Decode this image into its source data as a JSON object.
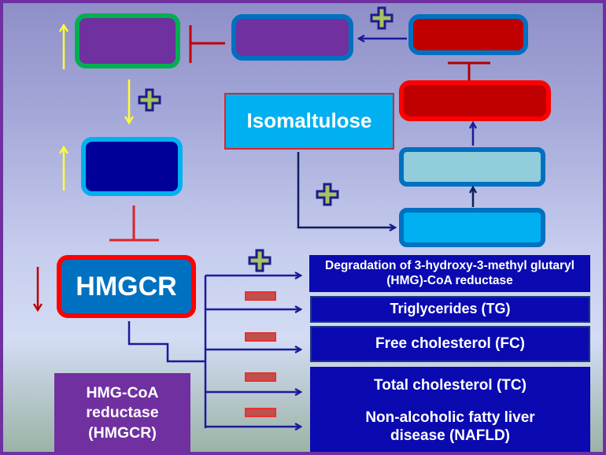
{
  "diagram": {
    "colors": {
      "frame": "#7030a0",
      "activation_arrow": "#1a1a9c",
      "inhibition": "#c00000",
      "increase_arrow": "#ffff33",
      "decrease_arrow": "#c00000",
      "plus_fill": "#a9c15f",
      "plus_outline": "#1c1c90",
      "minus_fill": "#c0504d",
      "minus_outline": "#e8312f"
    },
    "nodes": {
      "isomaltulose": "Isomaltulose",
      "hmgcr": "HMGCR",
      "outcomes": [
        {
          "label": "Degradation of 3-hydroxy-3-methyl glutaryl  (HMG)-CoA reductase",
          "effect": "increase"
        },
        {
          "label": "Triglycerides (TG)",
          "effect": "decrease"
        },
        {
          "label": "Free cholesterol (FC)",
          "effect": "decrease"
        },
        {
          "label": "Total cholesterol (TC)",
          "effect": "decrease"
        },
        {
          "label": "Non-alcoholic fatty liver disease (NAFLD)",
          "effect": "decrease"
        }
      ]
    },
    "legend": {
      "label": "HMG-CoA reductase (HMGCR)"
    },
    "symbols": {
      "plus": "+",
      "minus": "−",
      "up_arrow": "↑",
      "down_arrow": "↓"
    }
  }
}
